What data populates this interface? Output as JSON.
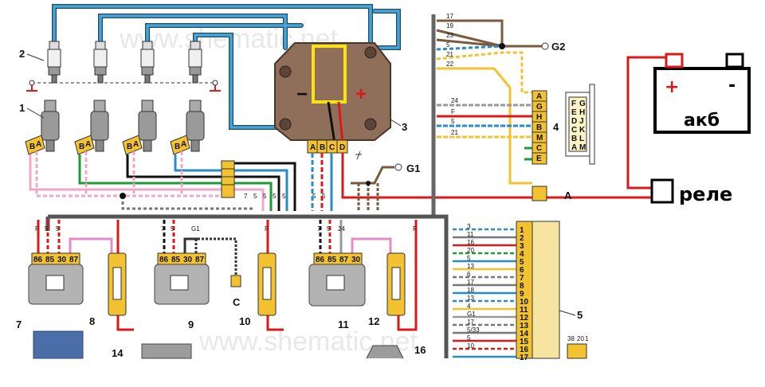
{
  "watermark": "www.shematic.net",
  "labels": {
    "spark_plugs": "2",
    "injectors": "1",
    "ignition_module": "3",
    "diag_connector": "4",
    "ecu": "5",
    "relay_7": "7",
    "fuse_8": "8",
    "relay_9": "9",
    "fuse_10": "10",
    "relay_11": "11",
    "fuse_12": "12",
    "part_14": "14",
    "part_16": "16",
    "ground_g1": "G1",
    "ground_g2": "G2",
    "conn_a": "A",
    "conn_c": "C"
  },
  "module_pins": [
    "A",
    "B",
    "C",
    "D"
  ],
  "module_signs": {
    "minus": "−",
    "plus": "+"
  },
  "injector_pins": [
    "B",
    "A"
  ],
  "diag_pins": [
    "A",
    "G",
    "H",
    "B",
    "M",
    "C",
    "E"
  ],
  "diag_wire_numbers": [
    "24",
    "F",
    "5",
    "21"
  ],
  "diag_grid": [
    [
      "F",
      "G"
    ],
    [
      "E",
      "H"
    ],
    [
      "D",
      "J"
    ],
    [
      "C",
      "K"
    ],
    [
      "B",
      "L"
    ],
    [
      "A",
      "M"
    ]
  ],
  "top_wire_numbers": [
    "17",
    "19",
    "23",
    "5",
    "21",
    "22"
  ],
  "relay_pins": [
    "86",
    "85",
    "30",
    "87"
  ],
  "relay11_pins": [
    "86",
    "85",
    "87",
    "30"
  ],
  "relay_top_wires": {
    "r7": [
      "F",
      "5",
      "5"
    ],
    "r9": [
      "7",
      "5",
      "G1"
    ],
    "r11": [
      "7",
      "5",
      "24"
    ],
    "f10": "F",
    "f12": "F",
    "center": [
      "7",
      "5",
      "5",
      "5",
      "5",
      "5",
      "5"
    ]
  },
  "ecu_pins": [
    "1",
    "2",
    "3",
    "4",
    "5",
    "6",
    "7",
    "8",
    "9",
    "10",
    "11",
    "12",
    "13",
    "14",
    "15",
    "16",
    "17"
  ],
  "ecu_wire_numbers": [
    "3",
    "11",
    "16",
    "20",
    "5",
    "13",
    "6",
    "17",
    "18",
    "13",
    "4",
    "G1",
    "17",
    "5/33",
    "5",
    "10"
  ],
  "small_conn": [
    "38",
    "20",
    "1"
  ],
  "battery": {
    "label": "акб",
    "plus": "+",
    "minus": "-"
  },
  "relay_added": {
    "label": "реле"
  },
  "colors": {
    "red": "#d91a1a",
    "blue": "#2a8cc4",
    "yellow": "#f2c230",
    "module_brown": "#8f6e5a",
    "gray_body": "#b3b3b3",
    "green": "#1f9a3a"
  }
}
